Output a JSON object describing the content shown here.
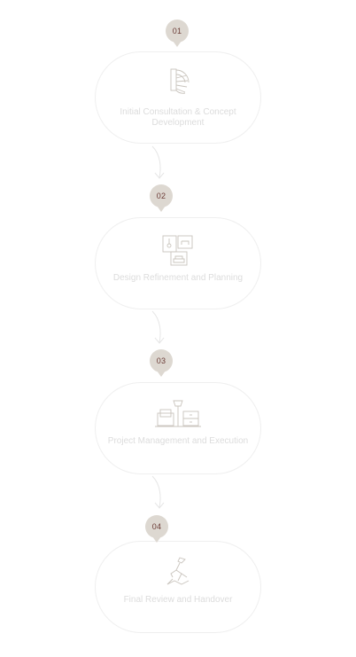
{
  "steps": [
    {
      "number": "01",
      "title": "Initial Consultation & Concept Development",
      "icon": "staircase-icon"
    },
    {
      "number": "02",
      "title": "Design Refinement and Planning",
      "icon": "floor-plan-icon"
    },
    {
      "number": "03",
      "title": "Project Management and Execution",
      "icon": "furniture-icon"
    },
    {
      "number": "04",
      "title": "Final Review and Handover",
      "icon": "handover-icon"
    }
  ],
  "colors": {
    "badge_bg": "#ddd8d1",
    "badge_text": "#6b3b36",
    "pill_border": "#efefef",
    "label_text": "#dcdcdc",
    "icon_stroke": "#c9c4bd"
  }
}
